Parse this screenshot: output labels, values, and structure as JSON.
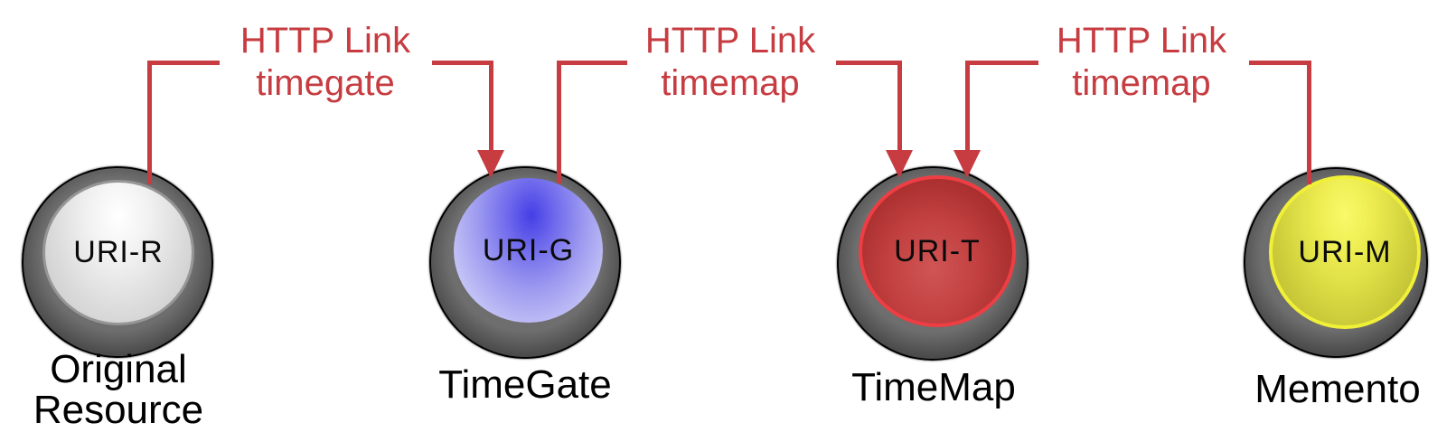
{
  "nodes": [
    {
      "uri": "URI-R",
      "label_lines": [
        "Original",
        "Resource"
      ],
      "sphere_color": "gray"
    },
    {
      "uri": "URI-G",
      "label_lines": [
        "TimeGate"
      ],
      "sphere_color": "blue"
    },
    {
      "uri": "URI-T",
      "label_lines": [
        "TimeMap"
      ],
      "sphere_color": "red"
    },
    {
      "uri": "URI-M",
      "label_lines": [
        "Memento"
      ],
      "sphere_color": "yellow"
    }
  ],
  "links": [
    {
      "line1": "HTTP Link",
      "line2": "timegate",
      "from": "Original Resource",
      "to": "TimeGate"
    },
    {
      "line1": "HTTP Link",
      "line2": "timemap",
      "from": "TimeGate",
      "to": "TimeMap"
    },
    {
      "line1": "HTTP Link",
      "line2": "timemap",
      "from": "Memento",
      "to": "TimeMap"
    }
  ],
  "colors": {
    "background": "#ffffff",
    "accent_red": "#c63c41",
    "ring_gray": "#4a4a4a",
    "sphere_gray_base": "#dedede",
    "sphere_blue_base": "#4a43e6",
    "sphere_red_base": "#bc3c3c",
    "sphere_yellow_base": "#e3e348",
    "label_black": "#000000"
  }
}
